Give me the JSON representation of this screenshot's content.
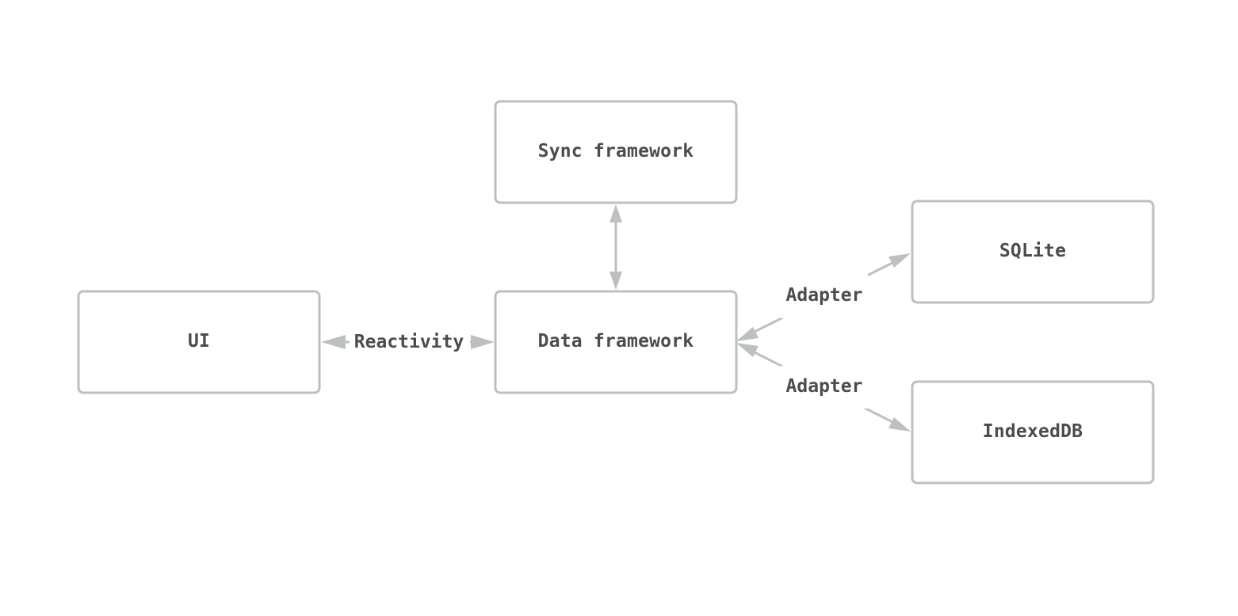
{
  "colors": {
    "border": "#bcc0c1",
    "text": "#4a4d4e",
    "background": "#ffffff"
  },
  "nodes": {
    "sync": {
      "label": "Sync framework"
    },
    "data": {
      "label": "Data framework"
    },
    "ui": {
      "label": "UI"
    },
    "sqlite": {
      "label": "SQLite"
    },
    "indexeddb": {
      "label": "IndexedDB"
    }
  },
  "edges": {
    "ui_data": {
      "label": "Reactivity",
      "direction": "both"
    },
    "data_sync": {
      "label": "",
      "direction": "both"
    },
    "data_sqlite": {
      "label": "Adapter",
      "direction": "both"
    },
    "data_indexeddb": {
      "label": "Adapter",
      "direction": "both"
    }
  }
}
